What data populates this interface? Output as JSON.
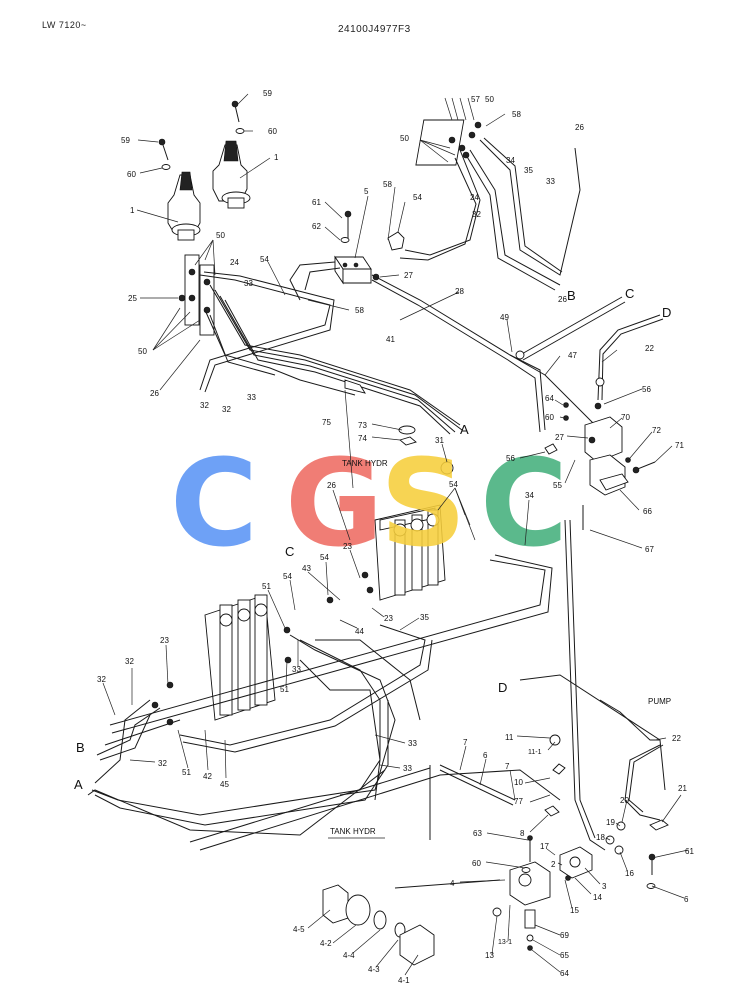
{
  "header": {
    "model": "LW 7120~",
    "part_number": "24100J4977F3"
  },
  "watermark": {
    "letters": [
      "C",
      "G",
      "S",
      "C"
    ],
    "colors": [
      "#5b95f5",
      "#ef6c62",
      "#f7cf3c",
      "#45b07d"
    ]
  },
  "callouts": {
    "c59a": "59",
    "c59b": "59",
    "c60a": "60",
    "c60b": "60",
    "c1a": "1",
    "c1b": "1",
    "c50a": "50",
    "c50b": "50",
    "c50c": "50",
    "c57": "57",
    "c50d": "50",
    "c58a": "58",
    "c26a": "26",
    "c61": "61",
    "c5": "5",
    "c58b": "58",
    "c54a": "54",
    "c62": "62",
    "c27a": "27",
    "c24a": "24",
    "c32a": "32",
    "c34a": "34",
    "c35a": "35",
    "c33a": "33",
    "c25": "25",
    "c24b": "24",
    "c54b": "54",
    "c33b": "33",
    "c28": "28",
    "c58c": "58",
    "c41": "41",
    "c26b": "26",
    "c49": "49",
    "c47": "47",
    "c22a": "22",
    "c56a": "56",
    "c26c": "26",
    "c32b": "32",
    "c32c": "32",
    "c33c": "33",
    "c75": "75",
    "c73": "73",
    "c74": "74",
    "c31": "31",
    "c64a": "64",
    "c60c": "60",
    "c70": "70",
    "c27b": "27",
    "c72": "72",
    "c71": "71",
    "c56b": "56",
    "c55": "55",
    "c66": "66",
    "c67": "67",
    "c54c": "54",
    "c26d": "26",
    "c34b": "34",
    "c23a": "23",
    "c54d": "54",
    "c43": "43",
    "c51a": "51",
    "c54e": "54",
    "c23b": "23",
    "c44": "44",
    "c35b": "35",
    "c23c": "23",
    "c32d": "32",
    "c32e": "32",
    "c51b": "51",
    "c33d": "33",
    "c51c": "51",
    "c42": "42",
    "c45": "45",
    "c32f": "32",
    "c33e": "33",
    "c33f": "33",
    "c22b": "22",
    "c11": "11",
    "c11_1": "11-1",
    "c7a": "7",
    "c6a": "6",
    "c7b": "7",
    "c10": "10",
    "c77": "77",
    "c8": "8",
    "c20": "20",
    "c21": "21",
    "c19": "19",
    "c18": "18",
    "c16": "16",
    "c61b": "61",
    "c63": "63",
    "c17": "17",
    "c2": "2",
    "c3": "3",
    "c14": "14",
    "c60d": "60",
    "c15": "15",
    "c6b": "6",
    "c4": "4",
    "c4_5": "4-5",
    "c4_2": "4-2",
    "c4_4": "4-4",
    "c4_3": "4-3",
    "c4_1": "4-1",
    "c13_1": "13-1",
    "c13": "13",
    "c69": "69",
    "c65": "65",
    "c64b": "64"
  },
  "connectors": {
    "A1": "A",
    "B1": "B",
    "C1": "C",
    "D1": "D",
    "A2": "A",
    "B2": "B",
    "C2": "C",
    "D2": "D"
  },
  "notes": {
    "tank_hydr_upper": "TANK  HYDR",
    "tank_hydr_lower": "TANK  HYDR",
    "pump": "PUMP"
  }
}
